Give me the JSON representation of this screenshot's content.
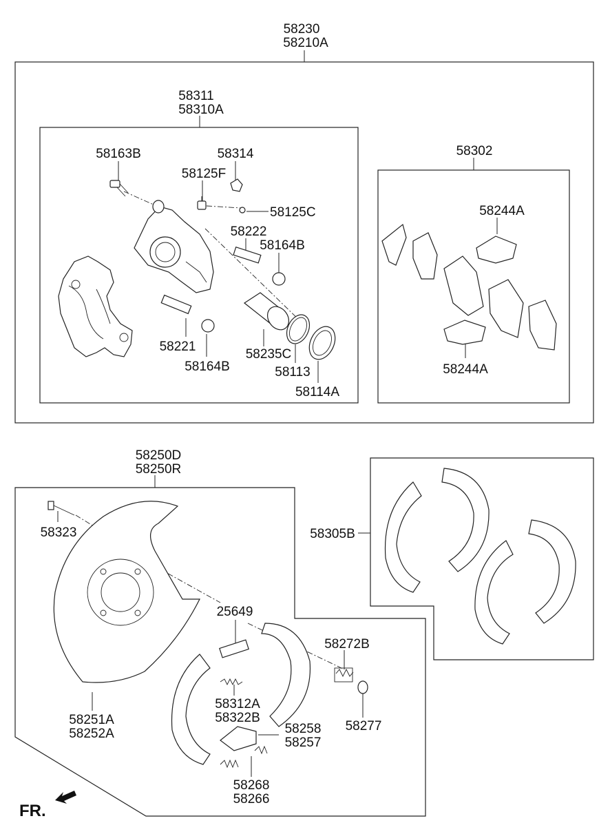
{
  "labels": {
    "assembly_top_1": "58230",
    "assembly_top_2": "58210A",
    "caliper_asm_1": "58311",
    "caliper_asm_2": "58310A",
    "bolt_guide": "58163B",
    "sleeve_58314": "58314",
    "bleeder_screw": "58125F",
    "cap_58125c": "58125C",
    "pin_58222": "58222",
    "boot_upper": "58164B",
    "pin_58221": "58221",
    "boot_lower": "58164B",
    "piston": "58235C",
    "seal_piston": "58113",
    "seal_boot": "58114A",
    "pad_kit": "58302",
    "pad_clip_upper": "58244A",
    "pad_clip_lower": "58244A",
    "backplate_asm_1": "58250D",
    "backplate_asm_2": "58250R",
    "backplate_bolt": "58323",
    "backplate_1": "58251A",
    "backplate_2": "58252A",
    "adjuster": "25649",
    "spring_upper": "58272B",
    "washer": "58277",
    "spring_adjuster_1": "58312A",
    "spring_adjuster_2": "58322B",
    "lever_1": "58258",
    "lever_2": "58257",
    "spring_lower_1": "58268",
    "spring_lower_2": "58266",
    "shoe_kit": "58305B",
    "front_indicator": "FR."
  },
  "icons": [
    "front-arrow-icon"
  ]
}
